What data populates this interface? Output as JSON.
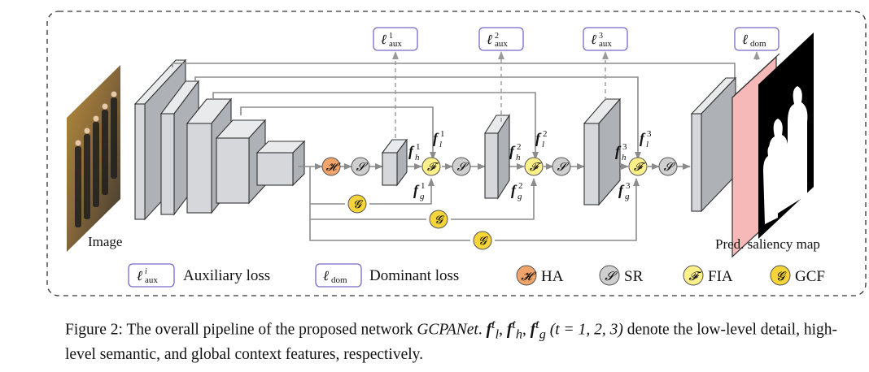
{
  "diagram": {
    "input_label": "Image",
    "output_label": "Pred. saliency map",
    "losses": {
      "aux_symbol": "ℓ",
      "aux_sub": "aux",
      "aux_sups": [
        "1",
        "2",
        "3"
      ],
      "dom_symbol": "ℓ",
      "dom_sub": "dom"
    },
    "modules": {
      "ha": "𝓗",
      "sr": "𝓢",
      "fia": "𝓕",
      "gcf": "𝓖"
    },
    "features": {
      "f": "f",
      "h": "h",
      "l": "l",
      "g": "g",
      "stages": [
        "1",
        "2",
        "3"
      ]
    },
    "legend": {
      "aux_sup": "i",
      "aux_label": "Auxiliary loss",
      "dom_label": "Dominant loss",
      "ha_label": "HA",
      "sr_label": "SR",
      "fia_label": "FIA",
      "gcf_label": "GCF"
    },
    "colors": {
      "block_face": "#d5d7db",
      "block_top": "#e9eaec",
      "block_side": "#aeb1b6",
      "ha": "#f2a56b",
      "sr": "#cfcfcf",
      "fia": "#fff08a",
      "gcf": "#f5d53a",
      "loss_border": "#7b68c6",
      "pred_face": "#f7b8b8",
      "arrow": "#8c8c8c"
    }
  },
  "caption": {
    "lead": "Figure 2: The overall pipeline of the proposed network ",
    "net": "GCPANet",
    "p1": ". ",
    "f_l": "f",
    "sub_l": "l",
    "sup_t": "t",
    "comma": ", ",
    "f_h": "f",
    "sub_h": "h",
    "f_g": "f",
    "sub_g": "g",
    "range": " (t = 1, 2, 3)",
    "rest": " denote the low-level detail, high-level semantic, and global context features, respectively."
  }
}
